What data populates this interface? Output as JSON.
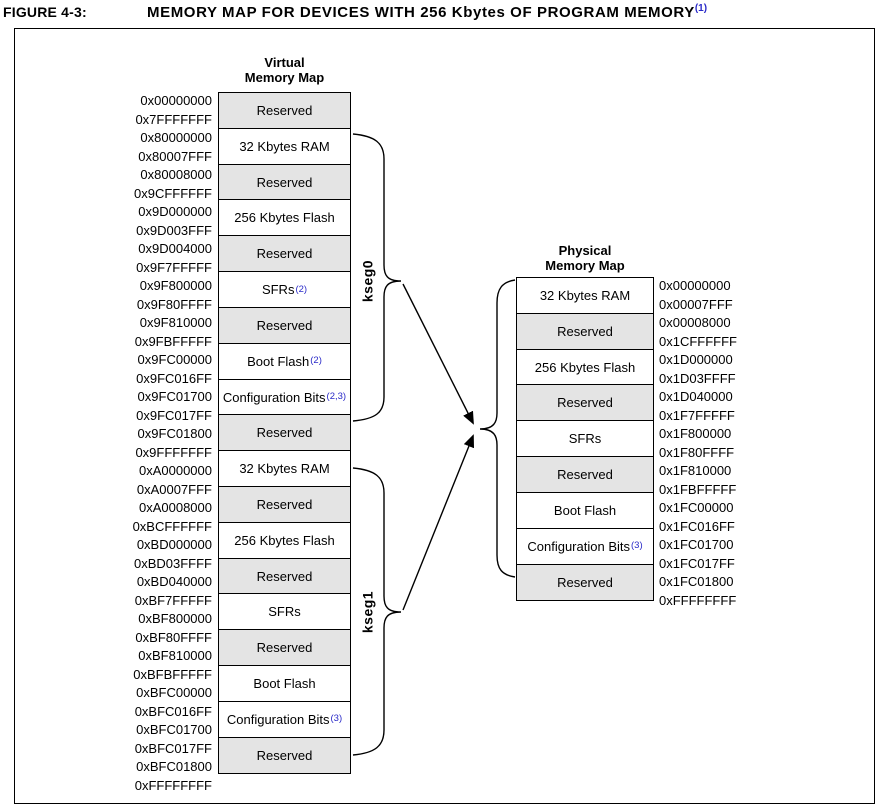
{
  "title": {
    "figure_label": "FIGURE 4-3:",
    "text": "MEMORY MAP FOR DEVICES WITH 256 Kbytes OF PROGRAM MEMORY",
    "superscript": "(1)"
  },
  "colors": {
    "reserved_fill": "#e4e4e4",
    "region_fill": "#ffffff",
    "superscript_blue": "#2a2ac8",
    "line": "#000000"
  },
  "virtual_map": {
    "title_line1": "Virtual",
    "title_line2": "Memory Map",
    "rows": [
      {
        "start": "0x00000000",
        "end": "0x7FFFFFFF",
        "label": "Reserved",
        "sup": "",
        "reserved": true
      },
      {
        "start": "0x80000000",
        "end": "0x80007FFF",
        "label": "32 Kbytes RAM",
        "sup": "",
        "reserved": false
      },
      {
        "start": "0x80008000",
        "end": "0x9CFFFFFF",
        "label": "Reserved",
        "sup": "",
        "reserved": true
      },
      {
        "start": "0x9D000000",
        "end": "0x9D003FFF",
        "label": "256 Kbytes Flash",
        "sup": "",
        "reserved": false
      },
      {
        "start": "0x9D004000",
        "end": "0x9F7FFFFF",
        "label": "Reserved",
        "sup": "",
        "reserved": true
      },
      {
        "start": "0x9F800000",
        "end": "0x9F80FFFF",
        "label": "SFRs",
        "sup": "(2)",
        "reserved": false
      },
      {
        "start": "0x9F810000",
        "end": "0x9FBFFFFF",
        "label": "Reserved",
        "sup": "",
        "reserved": true
      },
      {
        "start": "0x9FC00000",
        "end": "0x9FC016FF",
        "label": "Boot Flash",
        "sup": "(2)",
        "reserved": false
      },
      {
        "start": "0x9FC01700",
        "end": "0x9FC017FF",
        "label": "Configuration Bits",
        "sup": "(2,3)",
        "reserved": false
      },
      {
        "start": "0x9FC01800",
        "end": "0x9FFFFFFF",
        "label": "Reserved",
        "sup": "",
        "reserved": true
      },
      {
        "start": "0xA0000000",
        "end": "0xA0007FFF",
        "label": "32 Kbytes RAM",
        "sup": "",
        "reserved": false
      },
      {
        "start": "0xA0008000",
        "end": "0xBCFFFFFF",
        "label": "Reserved",
        "sup": "",
        "reserved": true
      },
      {
        "start": "0xBD000000",
        "end": "0xBD03FFFF",
        "label": "256 Kbytes Flash",
        "sup": "",
        "reserved": false
      },
      {
        "start": "0xBD040000",
        "end": "0xBF7FFFFF",
        "label": "Reserved",
        "sup": "",
        "reserved": true
      },
      {
        "start": "0xBF800000",
        "end": "0xBF80FFFF",
        "label": "SFRs",
        "sup": "",
        "reserved": false
      },
      {
        "start": "0xBF810000",
        "end": "0xBFBFFFFF",
        "label": "Reserved",
        "sup": "",
        "reserved": true
      },
      {
        "start": "0xBFC00000",
        "end": "0xBFC016FF",
        "label": "Boot Flash",
        "sup": "",
        "reserved": false
      },
      {
        "start": "0xBFC01700",
        "end": "0xBFC017FF",
        "label": "Configuration Bits",
        "sup": "(3)",
        "reserved": false
      },
      {
        "start": "0xBFC01800",
        "end": "0xFFFFFFFF",
        "label": "Reserved",
        "sup": "",
        "reserved": true
      }
    ]
  },
  "physical_map": {
    "title_line1": "Physical",
    "title_line2": "Memory Map",
    "rows": [
      {
        "start": "0x00000000",
        "end": "0x00007FFF",
        "label": "32 Kbytes RAM",
        "sup": "",
        "reserved": false
      },
      {
        "start": "0x00008000",
        "end": "0x1CFFFFFF",
        "label": "Reserved",
        "sup": "",
        "reserved": true
      },
      {
        "start": "0x1D000000",
        "end": "0x1D03FFFF",
        "label": "256 Kbytes Flash",
        "sup": "",
        "reserved": false
      },
      {
        "start": "0x1D040000",
        "end": "0x1F7FFFFF",
        "label": "Reserved",
        "sup": "",
        "reserved": true
      },
      {
        "start": "0x1F800000",
        "end": "0x1F80FFFF",
        "label": "SFRs",
        "sup": "",
        "reserved": false
      },
      {
        "start": "0x1F810000",
        "end": "0x1FBFFFFF",
        "label": "Reserved",
        "sup": "",
        "reserved": true
      },
      {
        "start": "0x1FC00000",
        "end": "0x1FC016FF",
        "label": "Boot Flash",
        "sup": "",
        "reserved": false
      },
      {
        "start": "0x1FC01700",
        "end": "0x1FC017FF",
        "label": "Configuration Bits",
        "sup": "(3)",
        "reserved": false
      },
      {
        "start": "0x1FC01800",
        "end": "0xFFFFFFFF",
        "label": "Reserved",
        "sup": "",
        "reserved": true
      }
    ]
  },
  "segments": {
    "kseg0": "kseg0",
    "kseg1": "kseg1"
  }
}
